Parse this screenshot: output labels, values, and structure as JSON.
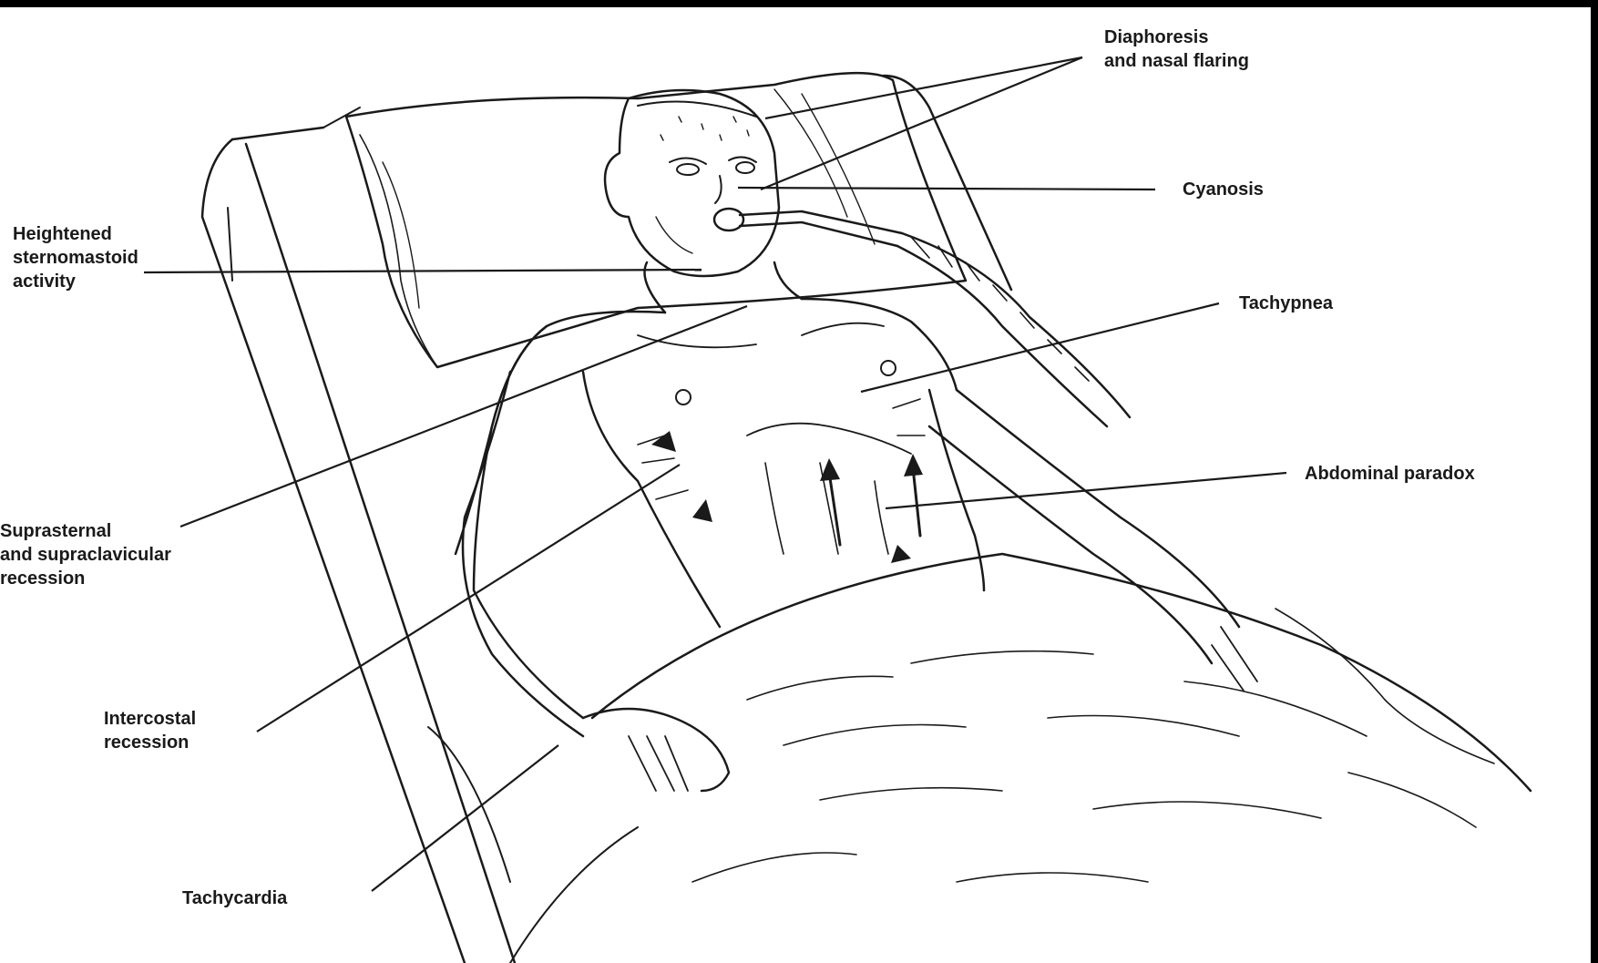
{
  "labels": {
    "diaphoresis": [
      "Diaphoresis",
      "and nasal flaring"
    ],
    "cyanosis": "Cyanosis",
    "sternomastoid": [
      "Heightened",
      "sternomastoid",
      "activity"
    ],
    "tachypnea": "Tachypnea",
    "abdominal_paradox": "Abdominal paradox",
    "suprasternal": [
      "Suprasternal",
      "and supraclavicular",
      "recession"
    ],
    "intercostal": [
      "Intercostal",
      "recession"
    ],
    "tachycardia": "Tachycardia"
  },
  "colors": {
    "ink": "#1a1a1a",
    "paper": "#ffffff",
    "frame": "#000000"
  }
}
